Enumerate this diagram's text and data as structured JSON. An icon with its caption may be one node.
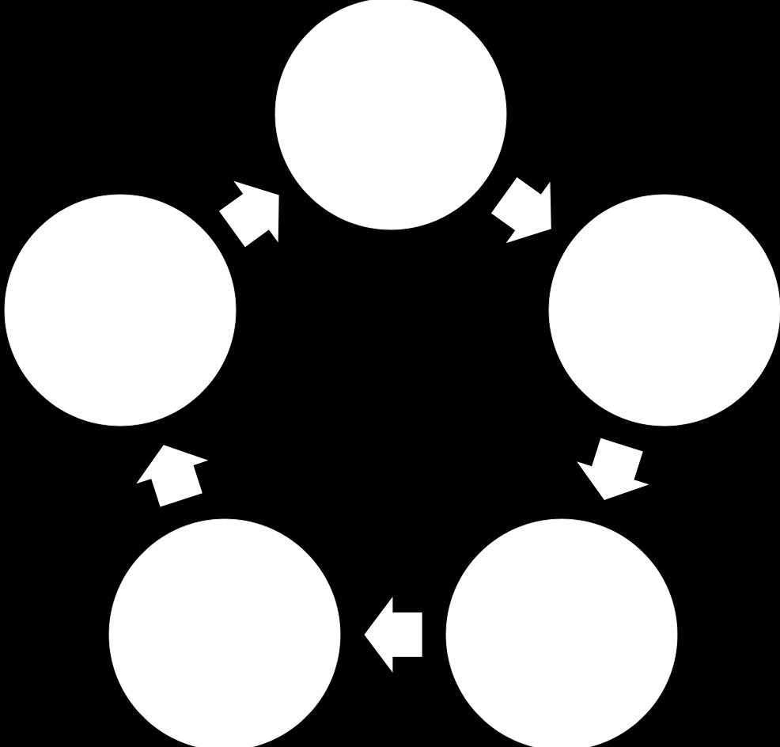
{
  "diagram": {
    "nodes": [
      {
        "text": [],
        "shape": "circle"
      },
      {
        "text": [],
        "shape": "circle"
      },
      {
        "text": [],
        "shape": "circle"
      },
      {
        "text": [],
        "shape": "circle"
      },
      {
        "text": [],
        "shape": "circle"
      }
    ],
    "edges": [
      {
        "from": 0,
        "to": 2,
        "arrow": "to"
      },
      {
        "from": 2,
        "to": 4,
        "arrow": "to"
      },
      {
        "from": 4,
        "to": 3,
        "arrow": "to"
      },
      {
        "from": 3,
        "to": 1,
        "arrow": "to"
      },
      {
        "from": 1,
        "to": 0,
        "arrow": "to"
      }
    ]
  }
}
